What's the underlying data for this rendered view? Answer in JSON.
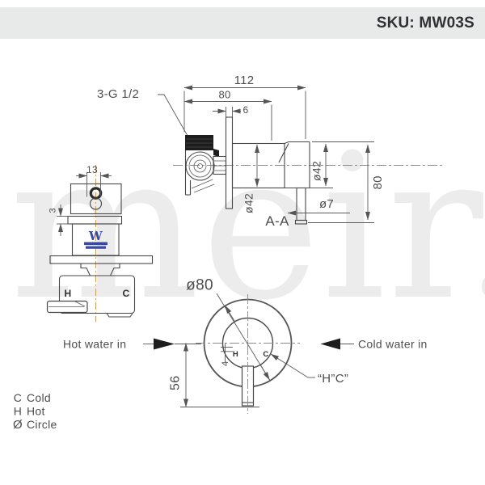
{
  "header": {
    "sku_label": "SKU: MW03S"
  },
  "watermark_text": "meir.",
  "side_view": {
    "dim_width_overall": "112",
    "dim_width_80": "80",
    "dim_plate_thickness": "6",
    "thread_label": "3-G 1/2",
    "dim_body_diameter_left": "ø42",
    "dim_body_diameter_right": "ø42",
    "dim_height_80": "80",
    "dim_lever_diameter": "ø7",
    "section_label": "A-A"
  },
  "front_view": {
    "dim_13": "13",
    "dim_3": "3",
    "hot_port_label": "H",
    "cold_port_label": "C",
    "cert_logo_letter": "W"
  },
  "plate_view": {
    "dim_plate_diameter": "ø80",
    "dim_4": "4",
    "dim_56": "56",
    "hot_marker": "H",
    "cold_marker": "C",
    "hc_engraving_label": "“H”C”",
    "hot_water_label": "Hot water in",
    "cold_water_label": "Cold water in"
  },
  "legend": {
    "rows": [
      {
        "symbol": "C",
        "label": "Cold"
      },
      {
        "symbol": "H",
        "label": "Hot"
      },
      {
        "symbol": "Ø",
        "label": "Circle"
      }
    ]
  },
  "colors": {
    "header_bg": "#e8eaea",
    "line": "#474747",
    "dim_text": "#4d4d4d",
    "cert_blue": "#3949a3",
    "centerline_orange": "#cf9d57",
    "arrow_black": "#1d1d1d",
    "watermark_gray": "#ebebeb"
  }
}
